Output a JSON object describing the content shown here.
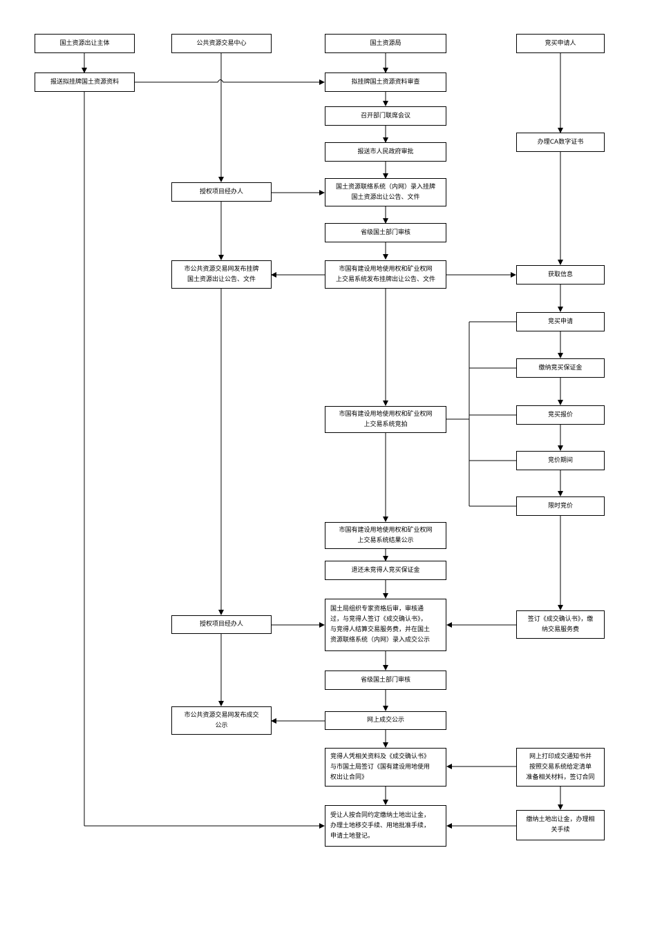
{
  "nodes": {
    "n_subject": "国土资源出让主体",
    "n_center": "公共资源交易中心",
    "n_bureau": "国土资源局",
    "n_applicant": "竞买申请人",
    "n_report": "报送拟挂牌国土资源资料",
    "n_review": "拟挂牌国土资源资料审查",
    "n_meeting": "召开部门联席会议",
    "n_gov": "报送市人民政府审批",
    "n_ca": "办理CA数字证书",
    "n_auth1": "授权项目经办人",
    "n_entry": "国土资源联络系统（内网）录入挂牌\n国土资源出让公告、文件",
    "n_prov1": "省级国土部门审核",
    "n_pubnet": "市公共资源交易网发布挂牌\n国土资源出让公告、文件",
    "n_sysrel": "市国有建设用地使用权和矿业权网\n上交易系统发布挂牌出让公告、文件",
    "n_info": "获取信息",
    "n_apply": "竞买申请",
    "n_deposit": "缴纳竞买保证金",
    "n_sysbid": "市国有建设用地使用权和矿业权网\n上交易系统竞拍",
    "n_bid": "竞买报价",
    "n_expire": "竞价期间",
    "n_limit": "限时竞价",
    "n_result": "市国有建设用地使用权和矿业权网\n上交易系统结果公示",
    "n_refund": "退还未竞得人竞买保证金",
    "n_qual": "国土局组织专家资格后审，审核通\n过，与竞得人签订《成交确认书》，\n与竞得人结算交易服务费，并在国土\n资源联络系统（内网）录入成交公示",
    "n_auth2": "授权项目经办人",
    "n_sign": "签订《成交确认书》，缴\n纳交易服务费",
    "n_prov2": "省级国土部门审核",
    "n_pubdeal": "市公共资源交易网发布成交\n公示",
    "n_online": "网上成交公示",
    "n_contract": "竞得人凭相关资料及《成交确认书》\n与市国土局签订《国有建设用地使用\n权出让合同》",
    "n_print": "网上打印成交通知书并\n按照交易系统给定清单\n准备相关材料，签订合同",
    "n_final": "受让人按合同约定缴纳土地出让金，\n办理土地移交手续、用地批准手续，\n申请土地登记。",
    "n_pay": "缴纳土地出让金，办理相\n关手续"
  }
}
